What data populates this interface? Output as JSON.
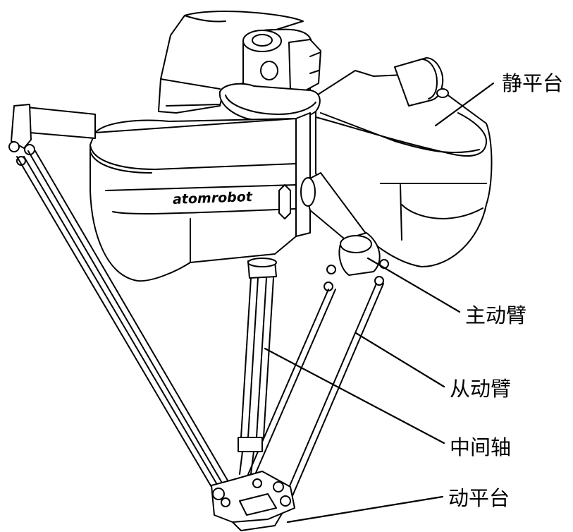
{
  "brand_text": "atomrobot",
  "labels": {
    "static_platform": "静平台",
    "active_arm": "主动臂",
    "passive_arm": "从动臂",
    "middle_shaft": "中间轴",
    "moving_platform": "动平台"
  },
  "colors": {
    "line": "#000000",
    "background": "#ffffff"
  }
}
